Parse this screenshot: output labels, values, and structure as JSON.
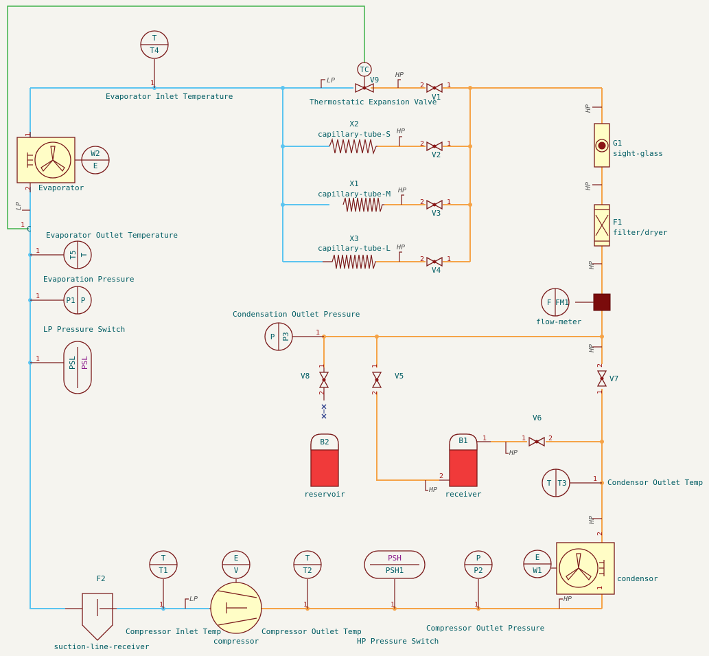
{
  "net_labels": {
    "lp": "LP",
    "hp": "HP"
  },
  "components": {
    "t4": {
      "ref": "T4",
      "sym": "T",
      "label": "Evaporator Inlet Temperature",
      "pin": "1"
    },
    "tc": {
      "sym": "TC"
    },
    "v9": {
      "ref": "V9",
      "label": "Thermostatic Expansion Valve"
    },
    "v1": {
      "ref": "V1",
      "pin_in": "2",
      "pin_out": "1"
    },
    "v2": {
      "ref": "V2",
      "pin_in": "2",
      "pin_out": "1"
    },
    "v3": {
      "ref": "V3",
      "pin_in": "2",
      "pin_out": "1"
    },
    "v4": {
      "ref": "V4",
      "pin_in": "2",
      "pin_out": "1"
    },
    "x2": {
      "ref": "X2",
      "label": "capillary-tube-S"
    },
    "x1": {
      "ref": "X1",
      "label": "capillary-tube-M"
    },
    "x3": {
      "ref": "X3",
      "label": "capillary-tube-L"
    },
    "evaporator": {
      "ref": "Evaporator",
      "pin_top": "1",
      "pin_bottom": "2"
    },
    "w2": {
      "ref": "W2",
      "sym": "E"
    },
    "t5": {
      "ref": "T5",
      "sym": "T",
      "label": "Evaporator Outlet Temperature",
      "pin": "1"
    },
    "p1": {
      "ref": "P1",
      "sym": "P",
      "label": "Evaporation Pressure",
      "pin": "1"
    },
    "psl": {
      "ref": "PSL",
      "sym": "PSL",
      "label": "LP Pressure Switch",
      "pin": "1"
    },
    "junction": {
      "sym": "C",
      "pin": "1"
    },
    "g1": {
      "ref": "G1",
      "label": "sight-glass"
    },
    "f1": {
      "ref": "F1",
      "label": "filter/dryer"
    },
    "fm1": {
      "ref": "FM1",
      "sym": "F",
      "label": "flow-meter"
    },
    "p3": {
      "ref": "P3",
      "sym": "P",
      "label": "Condensation Outlet Pressure",
      "pin": "1"
    },
    "v8": {
      "ref": "V8",
      "pin_top": "1",
      "pin_bottom": "2"
    },
    "v5": {
      "ref": "V5",
      "pin_top": "1",
      "pin_bottom": "2"
    },
    "v7": {
      "ref": "V7",
      "pin_top": "2",
      "pin_bottom": "1"
    },
    "v6": {
      "ref": "V6",
      "pin_left": "1",
      "pin_right": "2"
    },
    "b2": {
      "ref": "B2",
      "label": "reservoir"
    },
    "b1": {
      "ref": "B1",
      "label": "receiver",
      "pin_right": "1",
      "pin_bottom": "2"
    },
    "t3": {
      "ref": "T3",
      "sym": "T",
      "label": "Condensor Outlet Temp",
      "pin": "1"
    },
    "w1": {
      "ref": "W1",
      "sym": "E"
    },
    "condensor": {
      "ref": "condensor",
      "pin_top": "2",
      "pin_bottom": "1"
    },
    "f2": {
      "ref": "F2",
      "label": "suction-line-receiver"
    },
    "t1": {
      "ref": "T1",
      "sym": "T",
      "label": "Compressor Inlet Temp",
      "pin": "1"
    },
    "v": {
      "ref": "V",
      "sym": "E"
    },
    "compressor": {
      "label": "compressor"
    },
    "t2": {
      "ref": "T2",
      "sym": "T",
      "label": "Compressor Outlet Temp",
      "pin": "1"
    },
    "psh1": {
      "ref": "PSH1",
      "sym": "PSH",
      "label": "HP Pressure Switch",
      "pin": "1"
    },
    "p2": {
      "ref": "P2",
      "sym": "P",
      "label": "Compressor Outlet Pressure",
      "pin": "1"
    }
  },
  "colors": {
    "low_pressure_line": "#5bc4f0",
    "high_pressure_line": "#f5a347",
    "control_line": "#3fb24a",
    "symbol_outline": "#7a1a1a",
    "text": "#005c63",
    "pin": "#a11818",
    "fill": "#fffdc6",
    "tank_fill": "#f03a3a"
  }
}
